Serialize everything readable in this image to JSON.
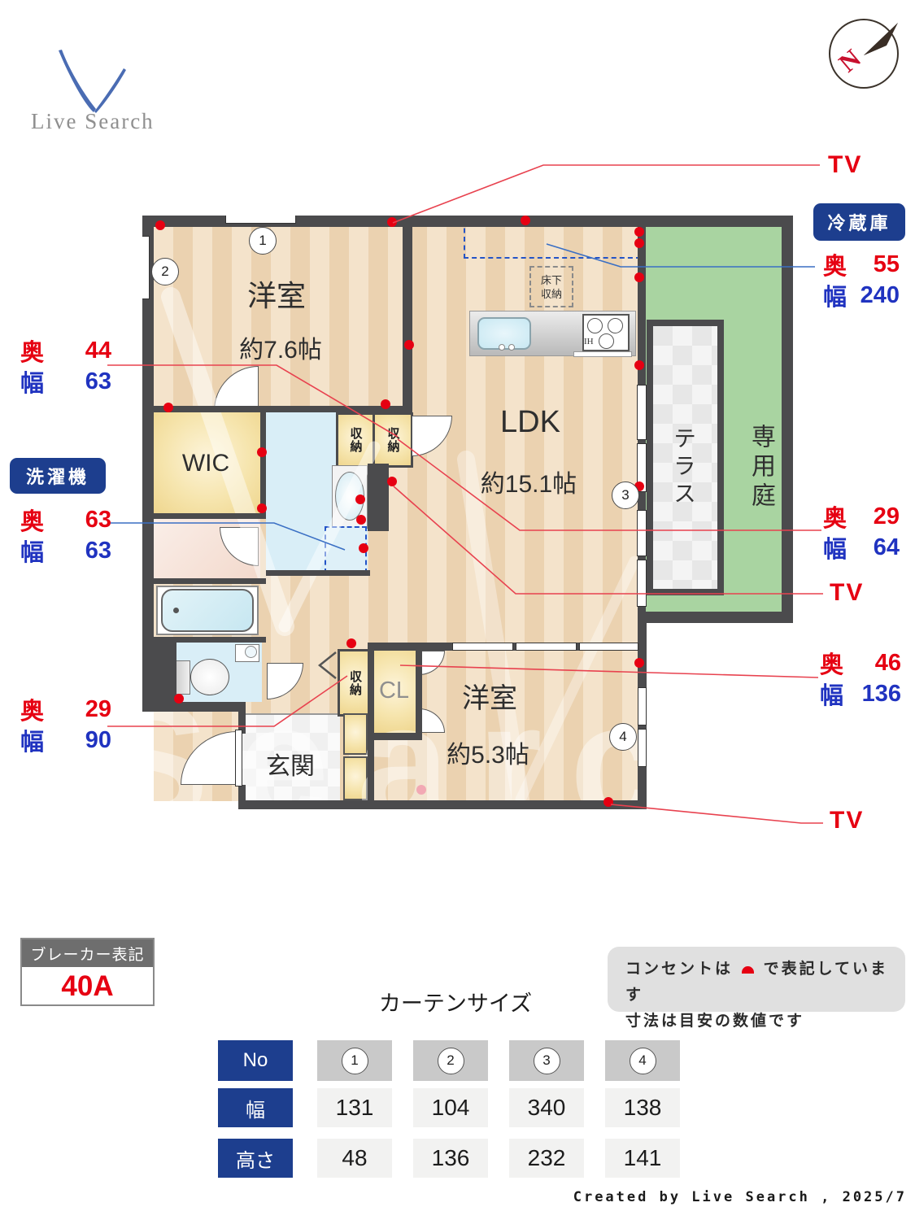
{
  "logo": {
    "text": "Live Search",
    "watermark": "Search"
  },
  "compass": {
    "north": "N"
  },
  "plan": {
    "bedroom1": {
      "name": "洋室",
      "size": "約7.6帖"
    },
    "bedroom2": {
      "name": "洋室",
      "size": "約5.3帖"
    },
    "ldk": {
      "name": "LDK",
      "size": "約15.1帖"
    },
    "wic": "WIC",
    "cl": "CL",
    "genkan": "玄関",
    "terrace": "テラス",
    "garden": "専用庭",
    "storage": "収納",
    "underfloor": {
      "line1": "床下",
      "line2": "収納"
    },
    "ih": "IH",
    "markers": [
      "1",
      "2",
      "3",
      "4"
    ]
  },
  "annotations": {
    "tv": "TV",
    "fridge": {
      "badge": "冷蔵庫",
      "depth_label": "奥",
      "depth": "55",
      "width_label": "幅",
      "width": "240"
    },
    "washer": {
      "badge": "洗濯機",
      "depth_label": "奥",
      "depth": "63",
      "width_label": "幅",
      "width": "63"
    },
    "closet": {
      "depth_label": "奥",
      "depth": "44",
      "width_label": "幅",
      "width": "63"
    },
    "counter": {
      "depth_label": "奥",
      "depth": "29",
      "width_label": "幅",
      "width": "64"
    },
    "cl_closet": {
      "depth_label": "奥",
      "depth": "46",
      "width_label": "幅",
      "width": "136"
    },
    "shoe": {
      "depth_label": "奥",
      "depth": "29",
      "width_label": "幅",
      "width": "90"
    }
  },
  "breaker": {
    "title": "ブレーカー表記",
    "value": "40A"
  },
  "notes": {
    "line1_pre": "コンセントは",
    "line1_post": "で表記しています",
    "line2": "寸法は目安の数値です"
  },
  "curtain": {
    "title": "カーテンサイズ",
    "rows": [
      "No",
      "幅",
      "高さ"
    ],
    "cols": [
      "1",
      "2",
      "3",
      "4"
    ],
    "width_values": [
      "131",
      "104",
      "340",
      "138"
    ],
    "height_values": [
      "48",
      "136",
      "232",
      "141"
    ]
  },
  "footer": "Created by Live Search , 2025/7"
}
